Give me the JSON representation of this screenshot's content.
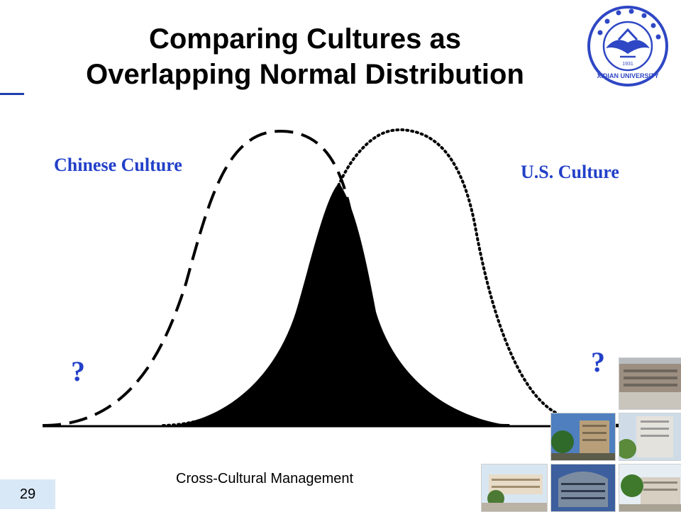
{
  "slide": {
    "title_line1": "Comparing Cultures as",
    "title_line2": "Overlapping Normal Distribution",
    "footer": "Cross-Cultural Management",
    "page_number": "29"
  },
  "diagram": {
    "left_curve_label": "Chinese Culture",
    "right_curve_label": "U.S. Culture",
    "left_question": "?",
    "right_question": "?",
    "left_curve_style": "dashed",
    "right_curve_style": "dotted",
    "overlap_fill": "#000000"
  },
  "logo": {
    "name": "Xidian University seal",
    "text_bottom": "XIDIAN UNIVERSITY",
    "year": "1931",
    "color": "#2f47c4"
  },
  "colors": {
    "accent_blue": "#2240c8",
    "page_box": "#d9e8f6"
  }
}
